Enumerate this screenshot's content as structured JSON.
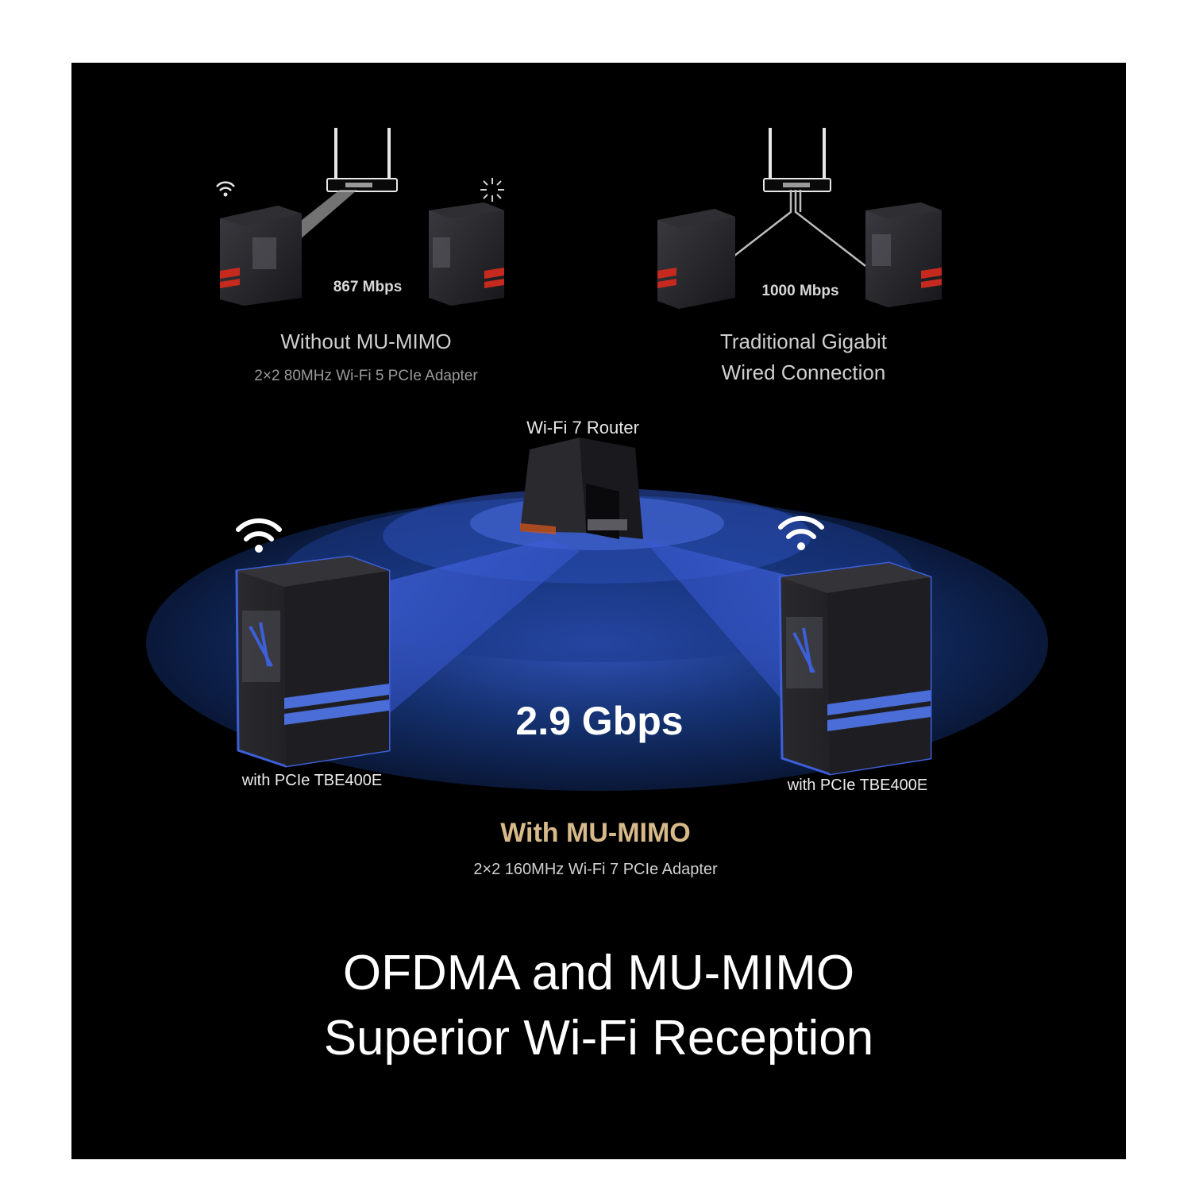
{
  "left_compare": {
    "speed": "867 Mbps",
    "title": "Without MU-MIMO",
    "caption": "2×2 80MHz Wi-Fi 5 PCIe Adapter"
  },
  "right_compare": {
    "speed": "1000 Mbps",
    "title_line1": "Traditional Gigabit",
    "title_line2": "Wired Connection"
  },
  "main": {
    "router_label": "Wi-Fi 7 Router",
    "speed": "2.9 Gbps",
    "pc_left_label": "with PCIe TBE400E",
    "pc_right_label": "with PCIe TBE400E",
    "title": "With MU-MIMO",
    "caption": "2×2 160MHz Wi-Fi 7 PCIe Adapter"
  },
  "headline": {
    "line1": "OFDMA and MU-MIMO",
    "line2": "Superior Wi-Fi Reception"
  },
  "colors": {
    "panel": "#000000",
    "accent_gold": "#d7b98a",
    "signal_blue": "#3d5fd8",
    "ellipse_outer": "#0d1e4a",
    "ellipse_inner": "#3052b8",
    "pc_accent_red": "#c62a1e"
  },
  "icons": [
    "wifi-icon",
    "wifi-weak-icon",
    "router-icon",
    "pc-tower-icon"
  ]
}
